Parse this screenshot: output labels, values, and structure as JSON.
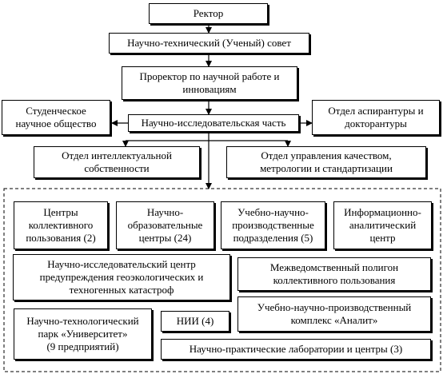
{
  "diagram": {
    "top": {
      "rector": "Ректор",
      "council": "Научно-технический (Ученый) совет",
      "prorector": "Проректор по научной работе и\nинновациям",
      "research_part": "Научно-исследовательская часть"
    },
    "side": {
      "student_society": "Студенческое\nнаучное общество",
      "postgrad_dept": "Отдел аспирантуры и\nдокторантуры",
      "ip_dept": "Отдел интеллектуальной\nсобственности",
      "quality_dept": "Отдел управления качеством,\nметрологии и стандартизации"
    },
    "units": {
      "collective_centers": "Центры\nколлективного\nпользования (2)",
      "edu_science_centers": "Научно-\nобразовательные\nцентры (24)",
      "edu_production_units": "Учебно-научно-\nпроизводственные\nподразделения (5)",
      "info_analytic_center": "Информационно-\nаналитический\nцентр",
      "geoeco_center": "Научно-исследовательский центр\nпредупреждения геоэкологических и\nтехногенных катастроф",
      "polygon": "Межведомственный полигон\nколлективного пользования",
      "tech_park": "Научно-технологический\nпарк «Университет»\n(9 предприятий)",
      "nii": "НИИ (4)",
      "complex_analit": "Учебно-научно-производственный\nкомплекс «Аналит»",
      "labs_centers": "Научно-практические лаборатории и центры (3)"
    }
  }
}
